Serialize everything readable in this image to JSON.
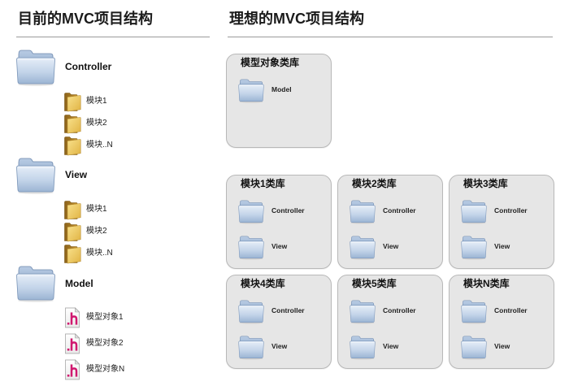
{
  "left": {
    "title": "目前的MVC项目结构",
    "groups": [
      {
        "label": "Controller",
        "items": [
          "模块1",
          "模块2",
          "模块..N"
        ]
      },
      {
        "label": "View",
        "items": [
          "模块1",
          "模块2",
          "模块..N"
        ]
      },
      {
        "label": "Model",
        "items": [
          "模型对象1",
          "模型对象2",
          "模型对象N"
        ]
      }
    ]
  },
  "right": {
    "title": "理想的MVC项目结构",
    "model_library": {
      "title": "模型对象类库",
      "folders": [
        "Model"
      ]
    },
    "module_libraries": [
      {
        "title": "模块1类库",
        "folders": [
          "Controller",
          "View"
        ]
      },
      {
        "title": "模块2类库",
        "folders": [
          "Controller",
          "View"
        ]
      },
      {
        "title": "模块3类库",
        "folders": [
          "Controller",
          "View"
        ]
      },
      {
        "title": "模块4类库",
        "folders": [
          "Controller",
          "View"
        ]
      },
      {
        "title": "模块5类库",
        "folders": [
          "Controller",
          "View"
        ]
      },
      {
        "title": "模块N类库",
        "folders": [
          "Controller",
          "View"
        ]
      }
    ]
  },
  "icons": {
    "group_folder": "blue-folder-icon",
    "module_folder": "yellow-folder-icon",
    "model_object_file": "header-file-icon"
  },
  "colors": {
    "blue_folder": "#9fb8d6",
    "yellow_folder": "#e8c25a",
    "header_file_accent": "#d0186f",
    "library_box": "#e6e6e6",
    "divider": "#9a9a9a"
  }
}
